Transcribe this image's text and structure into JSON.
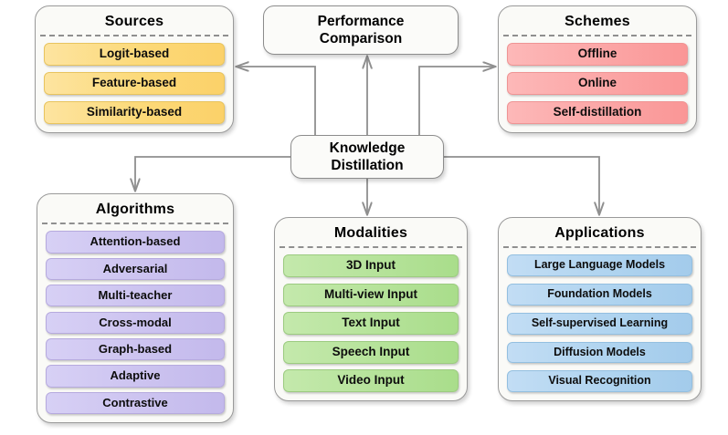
{
  "diagram": {
    "center_node": {
      "label_line1": "Knowledge",
      "label_line2": "Distillation"
    },
    "performance_node": {
      "label_line1": "Performance",
      "label_line2": "Comparison"
    },
    "panels": {
      "sources": {
        "title": "Sources",
        "color": "#fcd978",
        "items": [
          "Logit-based",
          "Feature-based",
          "Similarity-based"
        ]
      },
      "schemes": {
        "title": "Schemes",
        "color": "#fba4a4",
        "items": [
          "Offline",
          "Online",
          "Self-distillation"
        ]
      },
      "algorithms": {
        "title": "Algorithms",
        "color": "#cbc2ef",
        "items": [
          "Attention-based",
          "Adversarial",
          "Multi-teacher",
          "Cross-modal",
          "Graph-based",
          "Adaptive",
          "Contrastive"
        ]
      },
      "modalities": {
        "title": "Modalities",
        "color": "#b4e298",
        "items": [
          "3D Input",
          "Multi-view Input",
          "Text Input",
          "Speech Input",
          "Video Input"
        ]
      },
      "applications": {
        "title": "Applications",
        "color": "#aed3ef",
        "items": [
          "Large Language Models",
          "Foundation Models",
          "Self-supervised Learning",
          "Diffusion Models",
          "Visual Recognition"
        ]
      }
    },
    "edges": [
      {
        "from": "center",
        "to": "sources",
        "style": "elbow-up-left"
      },
      {
        "from": "center",
        "to": "performance",
        "style": "straight-up"
      },
      {
        "from": "center",
        "to": "schemes",
        "style": "elbow-up-right"
      },
      {
        "from": "center",
        "to": "algorithms",
        "style": "elbow-down-left"
      },
      {
        "from": "center",
        "to": "modalities",
        "style": "straight-down"
      },
      {
        "from": "center",
        "to": "applications",
        "style": "elbow-down-right"
      }
    ],
    "edge_color": "#8f8f8f"
  }
}
